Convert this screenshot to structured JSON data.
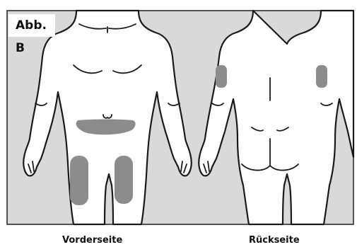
{
  "figure": {
    "label": "Abb. B",
    "front_caption": "Vorderseite",
    "back_caption": "Rückseite"
  },
  "colors": {
    "panel_background": "#d9d9d9",
    "injection_site": "#8c8c8c",
    "body_fill": "#ffffff",
    "outline": "#1a1a1a"
  }
}
